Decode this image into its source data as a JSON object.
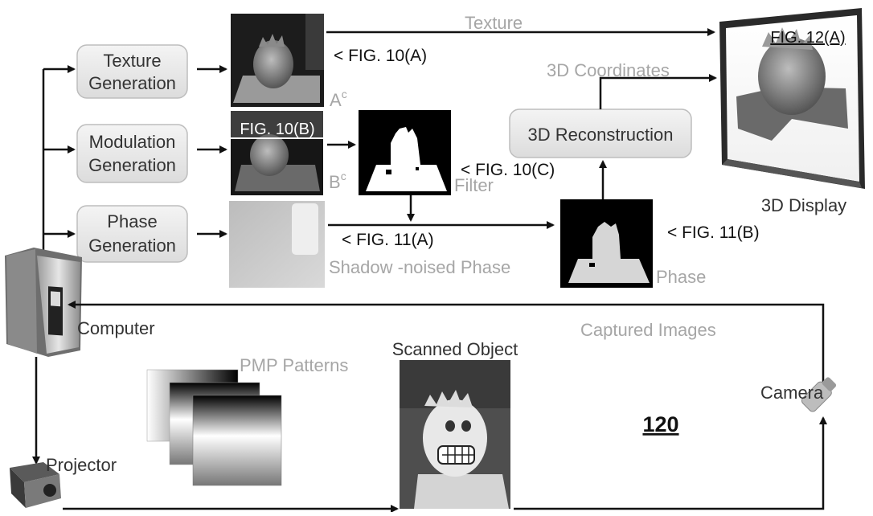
{
  "boxes": {
    "texture_generation": [
      "Texture",
      "Generation"
    ],
    "modulation_generation": [
      "Modulation",
      "Generation"
    ],
    "phase_generation": [
      "Phase",
      "Generation"
    ],
    "reconstruction": "3D Reconstruction"
  },
  "figure_refs": {
    "fig10a": "< FIG. 10(A)",
    "fig10b": "FIG. 10(B)",
    "fig10c": "< FIG. 10(C)",
    "fig11a": "< FIG. 11(A)",
    "fig11b": "< FIG. 11(B)",
    "fig12a": "FIG. 12(A)"
  },
  "image_labels": {
    "ac_main": "A",
    "ac_sup": "c",
    "bc_main": "B",
    "bc_sup": "c",
    "filter": "Filter",
    "shadow_phase": "Shadow -noised Phase",
    "phase": "Phase"
  },
  "flow_labels": {
    "texture": "Texture",
    "coordinates": "3D Coordinates",
    "captured_images": "Captured Images",
    "pmp_patterns": "PMP Patterns"
  },
  "devices": {
    "computer": "Computer",
    "projector": "Projector",
    "camera": "Camera",
    "display": "3D Display",
    "scanned_object": "Scanned Object"
  },
  "reference_numeral": "120"
}
